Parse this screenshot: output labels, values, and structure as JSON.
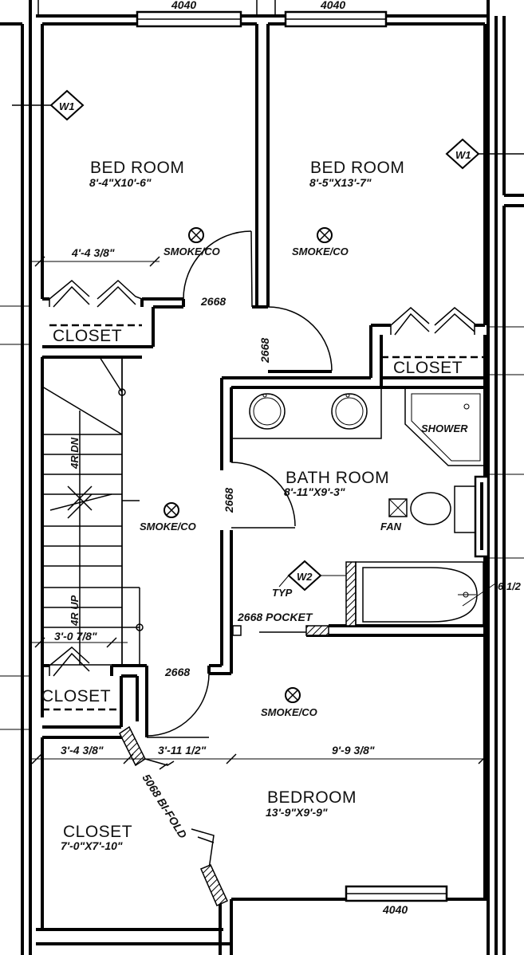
{
  "windows": {
    "top_left": "4040",
    "top_right": "4040",
    "bottom": "4040"
  },
  "bedroom_1": {
    "name": "BED ROOM",
    "size": "8'-4\"X10'-6\""
  },
  "bedroom_2": {
    "name": "BED ROOM",
    "size": "8'-5\"X13'-7\""
  },
  "bedroom_3": {
    "name": "BEDROOM",
    "size": "13'-9\"X9'-9\""
  },
  "bath": {
    "name": "BATH ROOM",
    "size": "8'-11\"X9'-3\""
  },
  "closets": {
    "c1": "CLOSET",
    "c2": "CLOSET",
    "c3": "CLOSET",
    "walk_in": "CLOSET",
    "walk_in_size": "7'-0\"X7'-10\""
  },
  "smoke": {
    "s1": "SMOKE/CO",
    "s2": "SMOKE/CO",
    "s3": "SMOKE/CO",
    "s4": "SMOKE/CO"
  },
  "doors": {
    "d1": "2668",
    "d2": "2668",
    "d3": "2668",
    "d4": "2668",
    "pocket": "2668 POCKET",
    "bifold": "5068 BI-FOLD"
  },
  "dimensions": {
    "closet1_width": "4'-4 3/8\"",
    "closet3_width": "3'-0 7/8\"",
    "seg_a": "3'-4 3/8\"",
    "seg_b": "3'-11 1/2\"",
    "seg_c": "9'-9 3/8\""
  },
  "tags": {
    "w1_left": "W1",
    "w1_right": "W1",
    "w2": "W2",
    "typ": "TYP",
    "wall_note": "6 1/2"
  },
  "fixtures": {
    "shower": "SHOWER",
    "fan": "FAN"
  },
  "stairs": {
    "down": "4R DN",
    "up": "4R UP"
  }
}
